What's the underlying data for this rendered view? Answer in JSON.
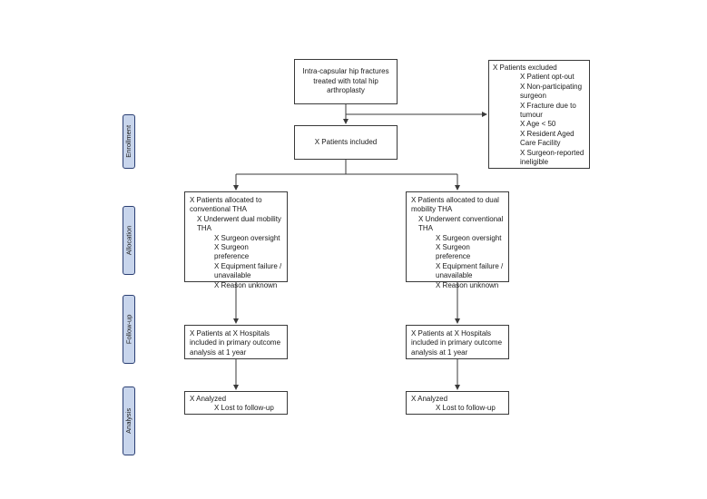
{
  "phases": [
    "Enrollment",
    "Allocation",
    "Follow-up",
    "Analysis"
  ],
  "source": {
    "lines": [
      "Intra-capsular hip fractures",
      "treated with total hip",
      "arthroplasty"
    ]
  },
  "excluded": {
    "title": "X Patients excluded",
    "items": [
      "X Patient opt-out",
      "X Non-participating surgeon",
      "X Fracture due to tumour",
      "X Age < 50",
      "X Resident Aged Care Facility",
      "X Surgeon-reported ineligible"
    ]
  },
  "included": {
    "text": "X Patients included"
  },
  "arms": [
    {
      "allocation": {
        "title": "X Patients allocated to conventional THA",
        "subtitle": "X Underwent dual mobility THA",
        "reasons": [
          "X Surgeon oversight",
          "X Surgeon preference",
          "X Equipment failure / unavailable",
          "X Reason unknown"
        ]
      },
      "followup": "X Patients at X Hospitals included in primary outcome analysis at 1 year",
      "analysis": {
        "analyzed": "X Analyzed",
        "lost": "X Lost to follow-up"
      }
    },
    {
      "allocation": {
        "title": "X Patients allocated to dual mobility THA",
        "subtitle": "X Underwent conventional THA",
        "reasons": [
          "X Surgeon oversight",
          "X Surgeon preference",
          "X Equipment failure / unavailable",
          "X Reason unknown"
        ]
      },
      "followup": "X Patients at X Hospitals included in primary outcome analysis at 1 year",
      "analysis": {
        "analyzed": "X Analyzed",
        "lost": "X Lost to follow-up"
      }
    }
  ]
}
